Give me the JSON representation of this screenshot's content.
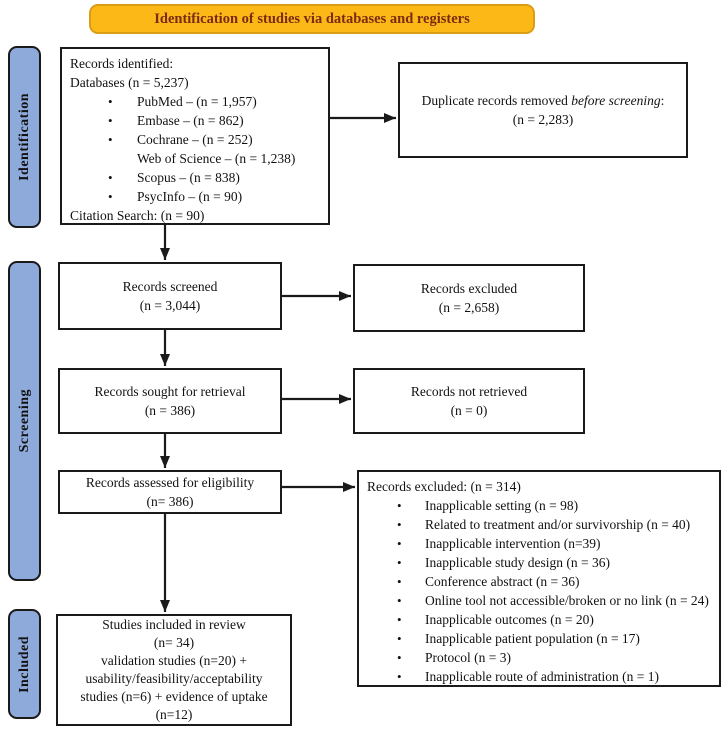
{
  "glyphs": {
    "bullet": "•"
  },
  "banner": {
    "label": "Identification of studies via databases and registers"
  },
  "sidebars": {
    "identification": "Identification",
    "screening": "Screening",
    "included": "Included"
  },
  "colors": {
    "banner_bg": "#FBB817",
    "banner_border": "#DA9E15",
    "banner_text": "#7A2B12",
    "sidebar_bg": "#8EAADB",
    "line_color": "#1A1A1A"
  },
  "records_identified": {
    "line1": "Records identified:",
    "line2": "Databases (n = 5,237)",
    "items": [
      {
        "bullet": true,
        "text": "PubMed – (n = 1,957)"
      },
      {
        "bullet": true,
        "text": "Embase – (n = 862)"
      },
      {
        "bullet": true,
        "text": "Cochrane – (n = 252)"
      },
      {
        "bullet": false,
        "text": "Web of Science – (n = 1,238)"
      },
      {
        "bullet": true,
        "text": "Scopus – (n = 838)"
      },
      {
        "bullet": true,
        "text": "PsycInfo – (n = 90)"
      }
    ],
    "line3": "Citation Search: (n = 90)"
  },
  "duplicates_removed": {
    "prefix": "Duplicate records removed ",
    "emphasis": "before screening",
    "suffix": ":",
    "count": "(n = 2,283)"
  },
  "records_screened": {
    "line1": "Records screened",
    "count": "(n = 3,044)"
  },
  "records_excluded": {
    "line1": "Records excluded",
    "count": "(n = 2,658)"
  },
  "records_sought": {
    "line1": "Records sought for retrieval",
    "count": "(n = 386)"
  },
  "records_not_retrieved": {
    "line1": "Records not retrieved",
    "count": "(n = 0)"
  },
  "records_assessed": {
    "line1": "Records assessed for eligibility",
    "count": "(n= 386)"
  },
  "full_text_excluded": {
    "header": "Records excluded: (n = 314)",
    "items": [
      "Inapplicable setting (n = 98)",
      "Related to treatment and/or survivorship (n = 40)",
      "Inapplicable intervention (n=39)",
      "Inapplicable study design (n = 36)",
      "Conference abstract (n = 36)",
      "Online tool not accessible/broken or no link (n = 24)",
      "Inapplicable outcomes (n = 20)",
      "Inapplicable patient population (n = 17)",
      "Protocol (n = 3)",
      "Inapplicable route of administration (n = 1)"
    ]
  },
  "studies_included": {
    "lines": [
      "Studies included in review",
      "(n= 34)",
      "validation studies (n=20) +",
      "usability/feasibility/acceptability",
      "studies (n=6) + evidence of uptake",
      "(n=12)"
    ]
  }
}
